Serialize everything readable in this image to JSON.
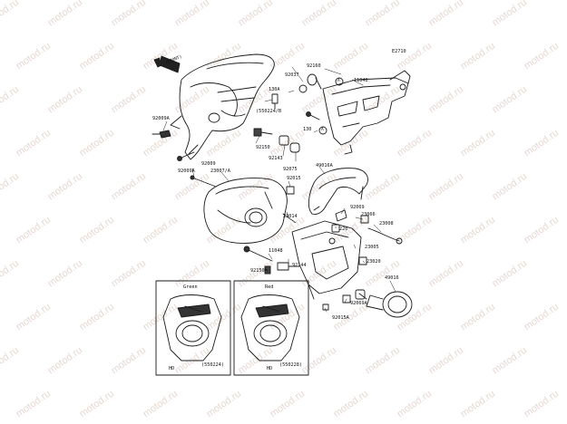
{
  "diagram_code": "E2710",
  "arrow_label": "(FRONT)",
  "watermark_text": "motod.ru",
  "parts": [
    {
      "id": "p92160",
      "text": "92160"
    },
    {
      "id": "p11048a",
      "text": "11048"
    },
    {
      "id": "p92037",
      "text": "92037"
    },
    {
      "id": "p130a",
      "text": "130A"
    },
    {
      "id": "p550224b",
      "text": "(550224/B"
    },
    {
      "id": "p92009a",
      "text": "92009A"
    },
    {
      "id": "p92150",
      "text": "92150"
    },
    {
      "id": "p130",
      "text": "130"
    },
    {
      "id": "p92143",
      "text": "92143"
    },
    {
      "id": "p92009",
      "text": "92009"
    },
    {
      "id": "p92009a2",
      "text": "92009A"
    },
    {
      "id": "p23007a",
      "text": "23007/A"
    },
    {
      "id": "p92075",
      "text": "92075"
    },
    {
      "id": "p49016a",
      "text": "49016A"
    },
    {
      "id": "p92015",
      "text": "92015"
    },
    {
      "id": "p23014",
      "text": "23014"
    },
    {
      "id": "p92069",
      "text": "92069"
    },
    {
      "id": "p23066",
      "text": "23066"
    },
    {
      "id": "p23008",
      "text": "23008"
    },
    {
      "id": "p220",
      "text": "220"
    },
    {
      "id": "p23005",
      "text": "23005"
    },
    {
      "id": "p11048b",
      "text": "11048"
    },
    {
      "id": "p92144",
      "text": "92144"
    },
    {
      "id": "p23020",
      "text": "23020"
    },
    {
      "id": "p92150a",
      "text": "92150A"
    },
    {
      "id": "p49016",
      "text": "49016"
    },
    {
      "id": "p92069a",
      "text": "92069A"
    },
    {
      "id": "p92015a",
      "text": "92015A"
    }
  ],
  "callout_letter": "A",
  "insets": [
    {
      "color_label": "Green",
      "model": "HD",
      "ref": "(550224)"
    },
    {
      "color_label": "Red",
      "model": "HD",
      "ref": "(550228)"
    }
  ]
}
